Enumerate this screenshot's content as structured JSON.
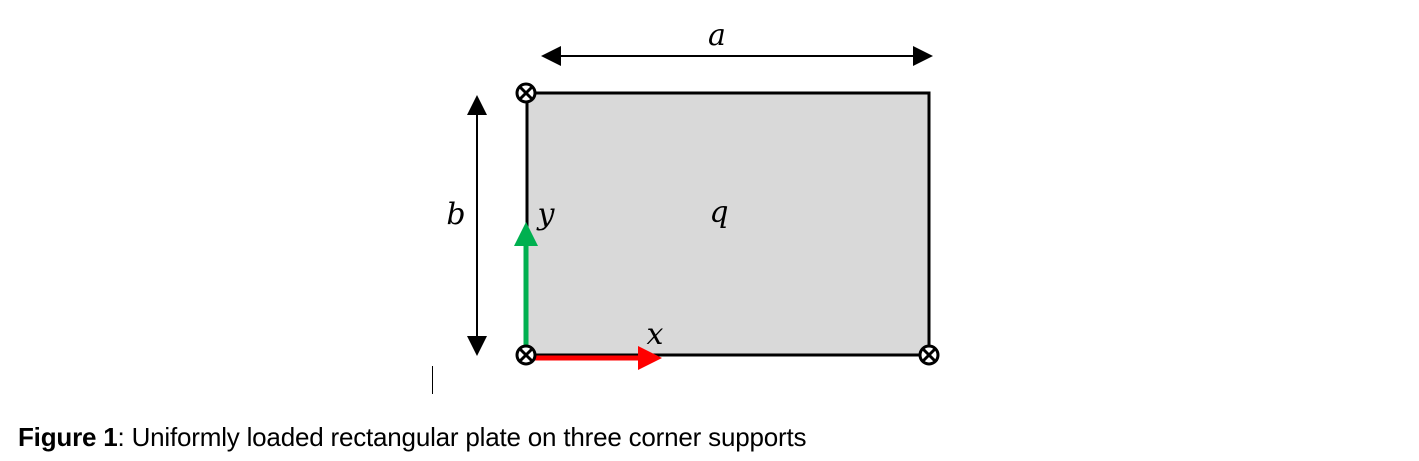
{
  "figure": {
    "labels": {
      "width": "a",
      "height": "b",
      "load": "q",
      "x_axis": "x",
      "y_axis": "y"
    },
    "supports": [
      {
        "name": "top-left",
        "symbol": "⊗"
      },
      {
        "name": "bottom-left",
        "symbol": "⊗"
      },
      {
        "name": "bottom-right",
        "symbol": "⊗"
      }
    ],
    "colors": {
      "plate_fill": "#d9d9d9",
      "outline": "#000000",
      "x_axis": "#ff0000",
      "y_axis": "#00b050"
    }
  },
  "caption": {
    "prefix": "Figure 1",
    "text": ": Uniformly loaded rectangular plate on three corner supports"
  }
}
